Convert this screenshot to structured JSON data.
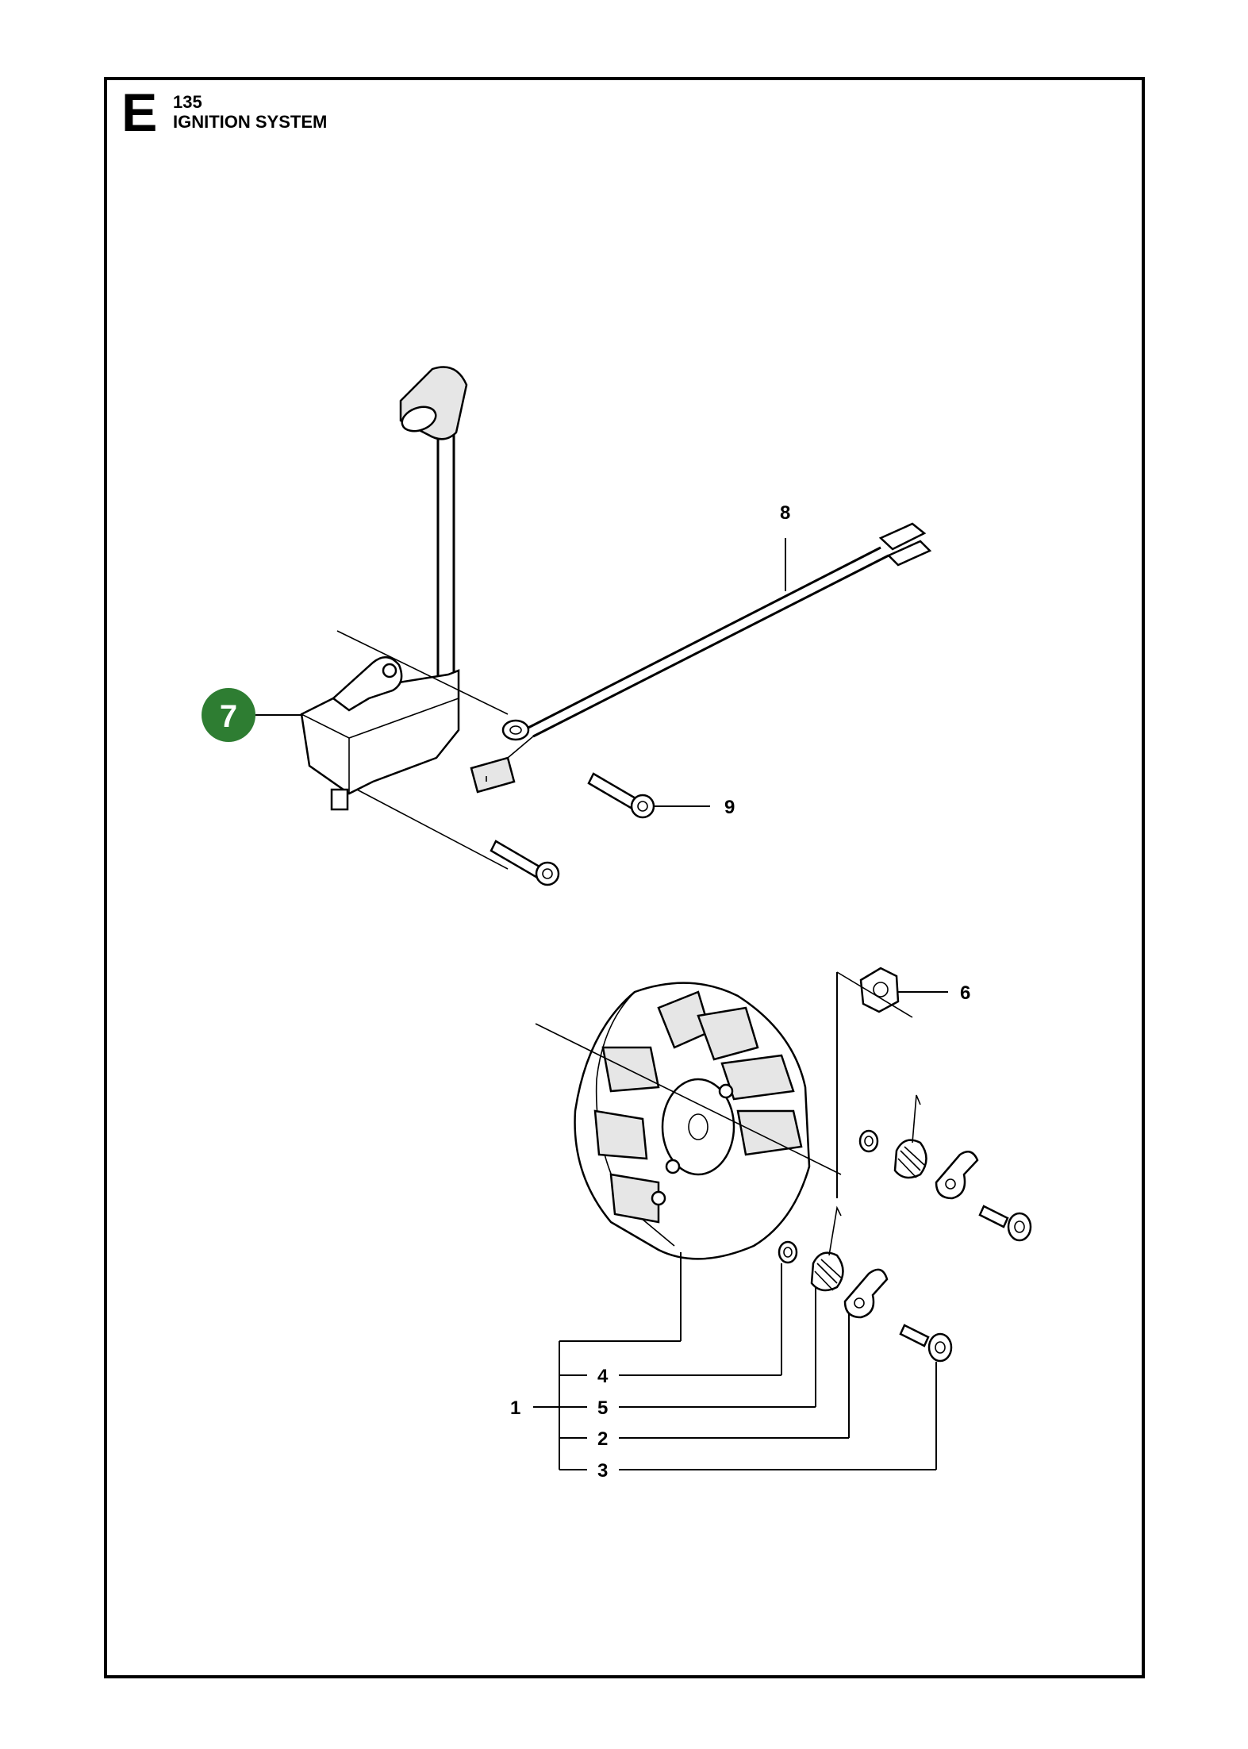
{
  "header": {
    "section_letter": "E",
    "model": "135",
    "title": "IGNITION SYSTEM"
  },
  "callouts": {
    "c1": "1",
    "c2": "2",
    "c3": "3",
    "c4": "4",
    "c5": "5",
    "c6": "6",
    "c7": "7",
    "c8": "8",
    "c9": "9"
  },
  "colors": {
    "highlight_badge": "#2e7d32",
    "line": "#000000",
    "background": "#ffffff"
  }
}
